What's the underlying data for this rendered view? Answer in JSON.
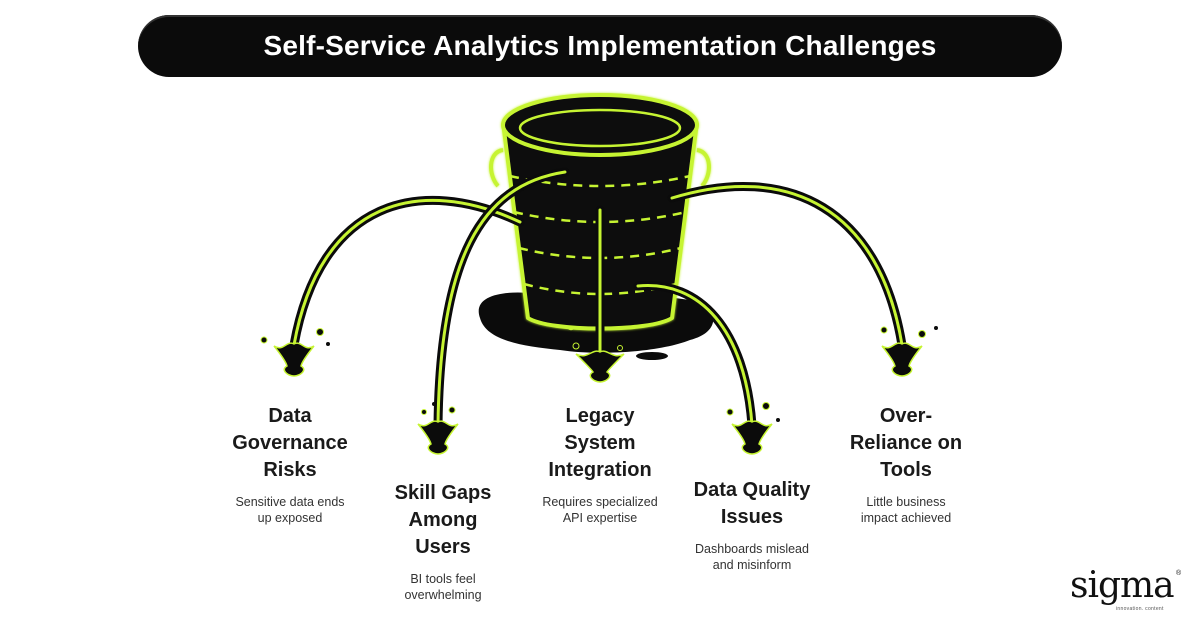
{
  "title": "Self-Service Analytics Implementation Challenges",
  "colors": {
    "accent": "#c6f432",
    "dark": "#0b0b0b"
  },
  "icons": [
    "bucket-icon",
    "splash-icon"
  ],
  "challenges": [
    {
      "heading_lines": [
        "Data",
        "Governance",
        "Risks"
      ],
      "desc_lines": [
        "Sensitive data ends",
        "up exposed"
      ]
    },
    {
      "heading_lines": [
        "Skill Gaps",
        "Among",
        "Users"
      ],
      "desc_lines": [
        "BI tools feel",
        "overwhelming"
      ]
    },
    {
      "heading_lines": [
        "Legacy",
        "System",
        "Integration"
      ],
      "desc_lines": [
        "Requires specialized",
        "API expertise"
      ]
    },
    {
      "heading_lines": [
        "Data Quality",
        "Issues"
      ],
      "desc_lines": [
        "Dashboards mislead",
        "and misinform"
      ]
    },
    {
      "heading_lines": [
        "Over-",
        "Reliance on",
        "Tools"
      ],
      "desc_lines": [
        "Little business",
        "impact achieved"
      ]
    }
  ],
  "logo": {
    "wordmark": "sigma",
    "trademark": "®",
    "tagline": "innovation. content"
  }
}
